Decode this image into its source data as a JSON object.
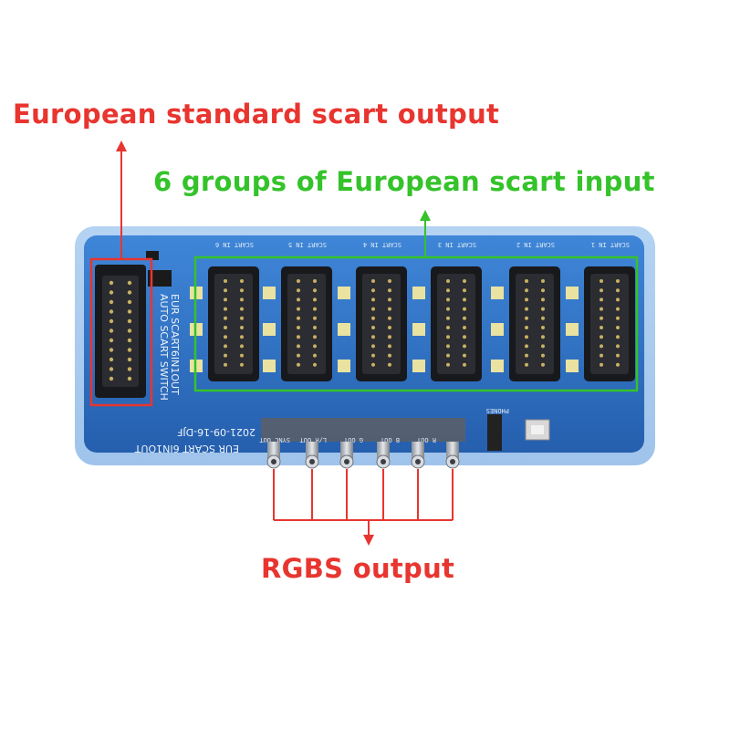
{
  "colors": {
    "red": "#e8352f",
    "green": "#34c32a",
    "board": "#2c6fc4",
    "connector": "#1b1c1f"
  },
  "annotations": {
    "output_label": "European standard  scart  output",
    "input_label": "6 groups of  European  scart  input",
    "rgbs_label": "RGBS  output"
  },
  "board": {
    "title": "EUR SCART 6IN1OUT",
    "date_code": "2021-09-16-DJF",
    "side_text": "AUTO SCART SWITCH",
    "side_text_2": "EUR SCART6IN1OUT",
    "input_names": [
      "SCART IN 6",
      "SCART IN 5",
      "SCART IN 4",
      "SCART IN 3",
      "SCART IN 2",
      "SCART IN 1"
    ],
    "jack_names": [
      "SYNC OUT",
      "L/R OUT",
      "G OUT",
      "B OUT",
      "R OUT"
    ],
    "phones_label": "PHONES"
  }
}
